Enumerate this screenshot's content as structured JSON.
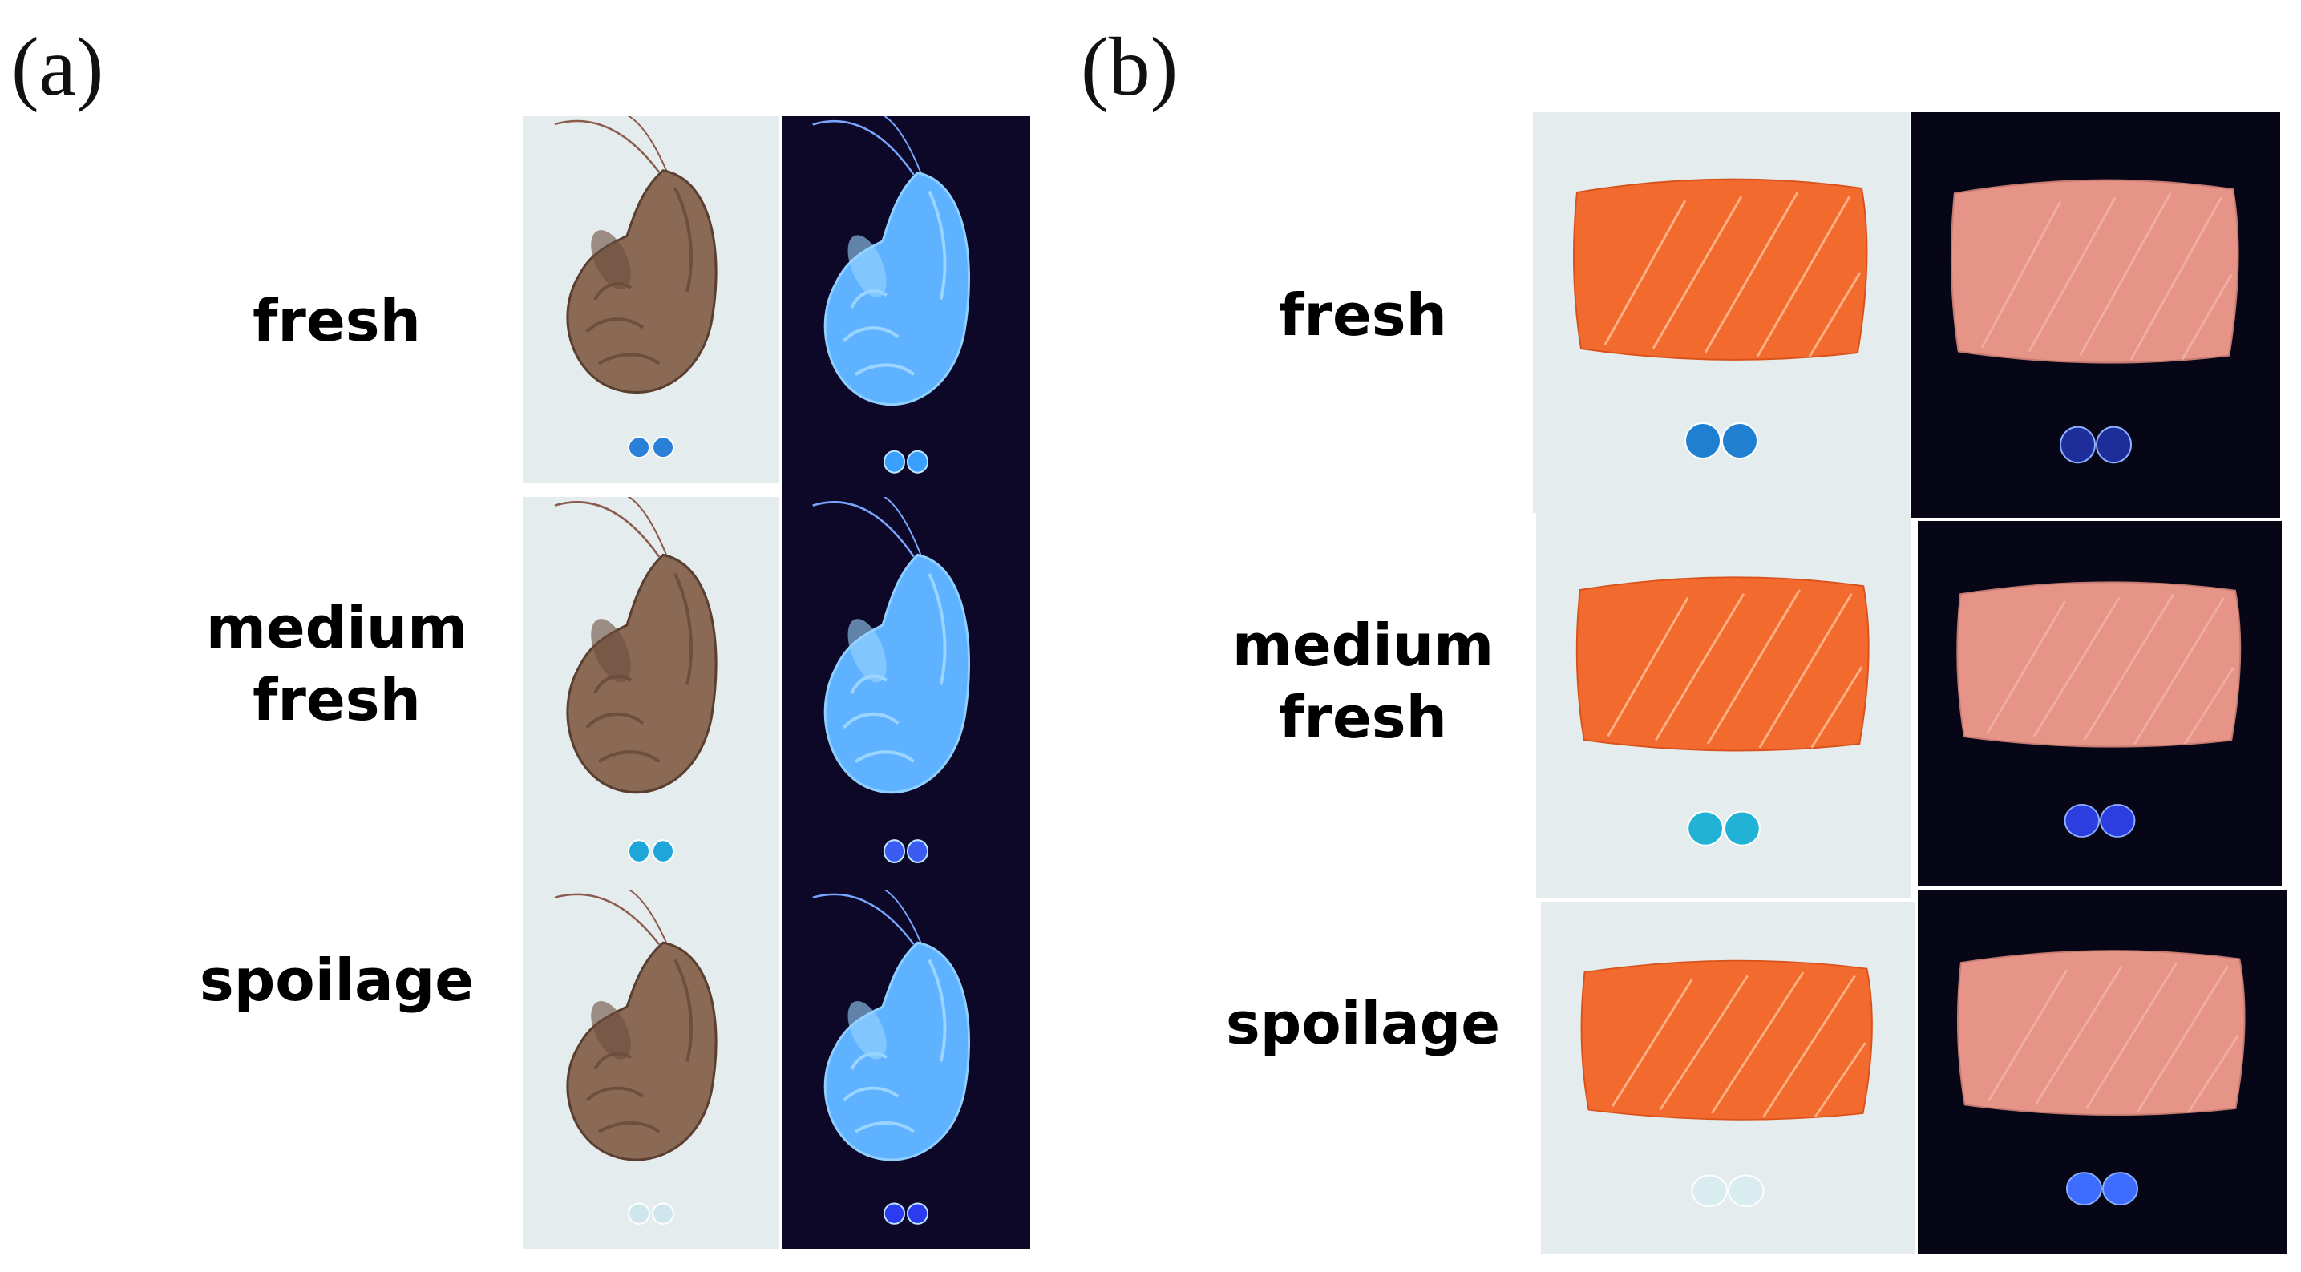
{
  "panels": [
    {
      "label": "(a)",
      "subject": "shrimp",
      "rows": [
        {
          "label": "fresh",
          "indicator_visible": "#2a7fd6",
          "indicator_uv": "#3aa0ff"
        },
        {
          "label": "medium\nfresh",
          "indicator_visible": "#1fa6d8",
          "indicator_uv": "#3b5cf0"
        },
        {
          "label": "spoilage",
          "indicator_visible": "#cfe6ee",
          "indicator_uv": "#2b3cf0"
        }
      ]
    },
    {
      "label": "(b)",
      "subject": "salmon",
      "rows": [
        {
          "label": "fresh",
          "indicator_visible": "#1f7fd0",
          "indicator_uv": "#1d2e9a"
        },
        {
          "label": "medium\nfresh",
          "indicator_visible": "#22b2d6",
          "indicator_uv": "#2c3ee0"
        },
        {
          "label": "spoilage",
          "indicator_visible": "#d9ecf0",
          "indicator_uv": "#3d6cff"
        }
      ]
    }
  ],
  "colors": {
    "visible_bg": "#e4ecee",
    "uv_bg": "#070616",
    "shrimp_visible": "#8b6a55",
    "shrimp_uv": "#5fb2ff",
    "salmon_visible": "#f26a2e",
    "salmon_uv": "#e59487"
  },
  "icons": [
    "shrimp-photo",
    "salmon-photo",
    "indicator-beads"
  ]
}
